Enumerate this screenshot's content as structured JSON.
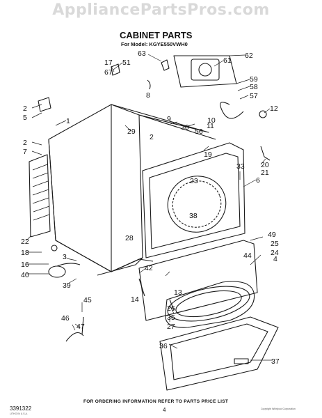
{
  "watermark": "AppliancePartsPros.com",
  "title": "CABINET PARTS",
  "model": "For Model: KGYE550VWH0",
  "footer_text": "FOR ORDERING INFORMATION REFER TO PARTS PRICE LIST",
  "doc_number": "3391322",
  "page_number": "4",
  "small_print_left": "LITHO IN U.S.A.",
  "small_print_right": "Copyright Whirlpool Corporation",
  "callouts": [
    {
      "text": "63"
    },
    {
      "text": "62"
    },
    {
      "text": "61"
    },
    {
      "text": "51"
    },
    {
      "text": "17"
    },
    {
      "text": "67"
    },
    {
      "text": "8"
    },
    {
      "text": "59"
    },
    {
      "text": "58"
    },
    {
      "text": "57"
    },
    {
      "text": "12"
    },
    {
      "text": "2"
    },
    {
      "text": "5"
    },
    {
      "text": "1"
    },
    {
      "text": "29"
    },
    {
      "text": "9"
    },
    {
      "text": "30"
    },
    {
      "text": "11"
    },
    {
      "text": "10"
    },
    {
      "text": "56"
    },
    {
      "text": "2"
    },
    {
      "text": "2"
    },
    {
      "text": "7"
    },
    {
      "text": "19"
    },
    {
      "text": "33"
    },
    {
      "text": "20"
    },
    {
      "text": "21"
    },
    {
      "text": "6"
    },
    {
      "text": "23"
    },
    {
      "text": "38"
    },
    {
      "text": "22"
    },
    {
      "text": "28"
    },
    {
      "text": "49"
    },
    {
      "text": "25"
    },
    {
      "text": "24"
    },
    {
      "text": "18"
    },
    {
      "text": "3"
    },
    {
      "text": "44"
    },
    {
      "text": "4"
    },
    {
      "text": "16"
    },
    {
      "text": "40"
    },
    {
      "text": "42"
    },
    {
      "text": "39"
    },
    {
      "text": "14"
    },
    {
      "text": "13"
    },
    {
      "text": "45"
    },
    {
      "text": "26"
    },
    {
      "text": "35"
    },
    {
      "text": "27"
    },
    {
      "text": "46"
    },
    {
      "text": "47"
    },
    {
      "text": "36"
    },
    {
      "text": "37"
    }
  ]
}
